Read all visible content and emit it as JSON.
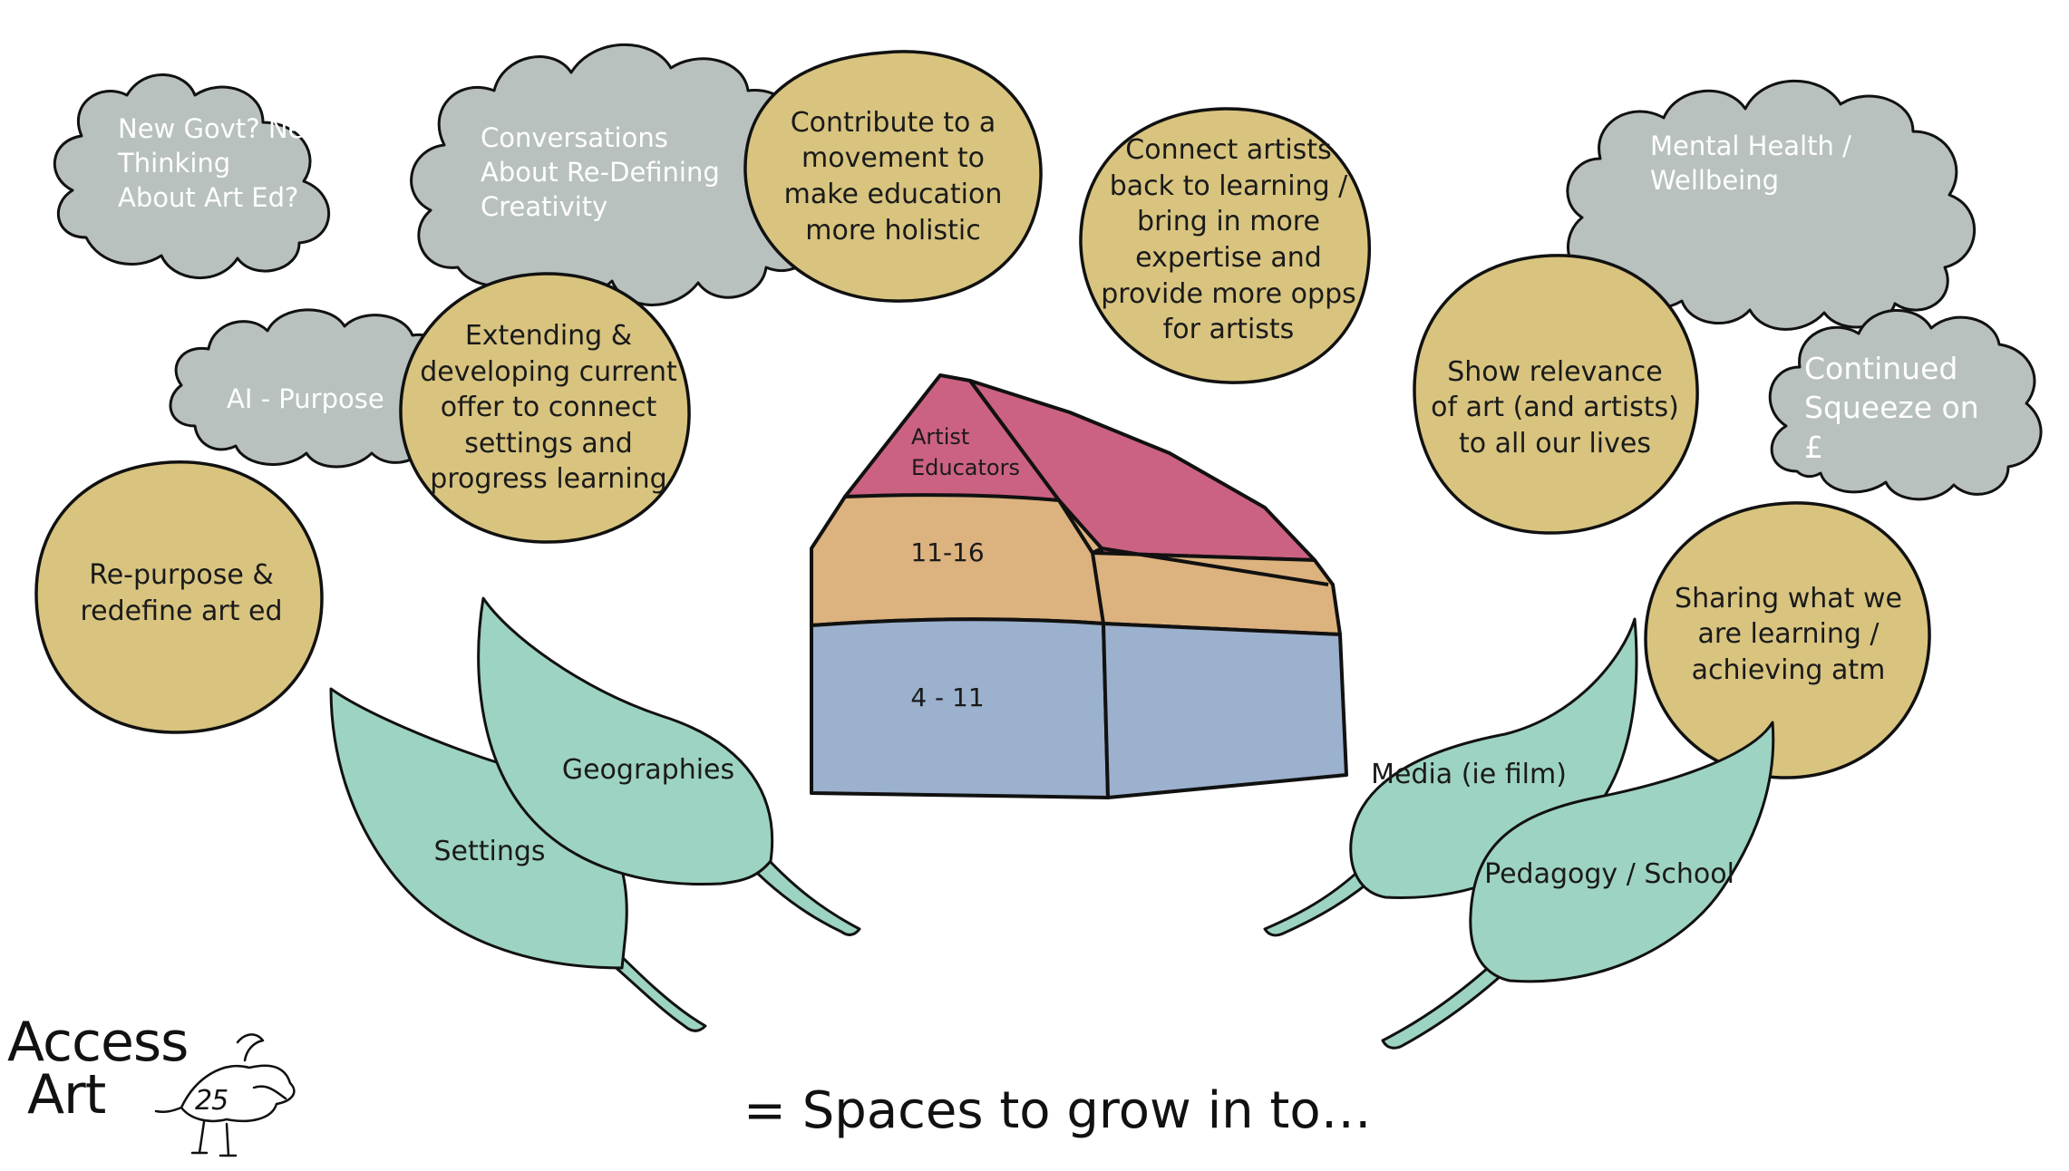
{
  "clouds": [
    {
      "id": "new-govt",
      "text": "New Govt? New\nThinking\nAbout Art Ed?"
    },
    {
      "id": "conversations",
      "text": "Conversations\nAbout Re-Defining\nCreativity"
    },
    {
      "id": "ai-purpose",
      "text": "AI - Purpose"
    },
    {
      "id": "mental-health",
      "text": "Mental Health /\nWellbeing"
    },
    {
      "id": "squeeze",
      "text": "Continued\nSqueeze on\n£"
    }
  ],
  "bubbles": [
    {
      "id": "contribute",
      "text": "Contribute to a\nmovement to\nmake education\nmore holistic"
    },
    {
      "id": "connect-artists",
      "text": "Connect artists\nback to learning /\nbring in more\nexpertise and\nprovide more opps\nfor artists"
    },
    {
      "id": "extending",
      "text": "Extending &\ndeveloping current\noffer to connect\nsettings and\nprogress learning"
    },
    {
      "id": "repurpose",
      "text": "Re-purpose &\nredefine art ed"
    },
    {
      "id": "relevance",
      "text": "Show relevance\nof art (and artists)\nto all our lives"
    },
    {
      "id": "sharing",
      "text": "Sharing what we\nare learning /\nachieving atm"
    }
  ],
  "leaves": [
    {
      "id": "settings",
      "text": "Settings"
    },
    {
      "id": "geographies",
      "text": "Geographies"
    },
    {
      "id": "media",
      "text": "Media (ie film)"
    },
    {
      "id": "pedagogy",
      "text": "Pedagogy / School"
    }
  ],
  "house": {
    "roof_label": "Artist\nEducators",
    "middle_label": "11-16",
    "base_label": "4 - 11"
  },
  "footer": "= Spaces to grow in to…",
  "logo": {
    "line1": "Access",
    "line2": "Art",
    "badge": "25"
  },
  "colors": {
    "cloud": "#b8c1bd",
    "bubble": "#d8c47f",
    "leaf": "#9dd3c2",
    "roof": "#cc6282",
    "middle": "#dcb27e",
    "base": "#9bb1cd",
    "outline": "#111111"
  }
}
